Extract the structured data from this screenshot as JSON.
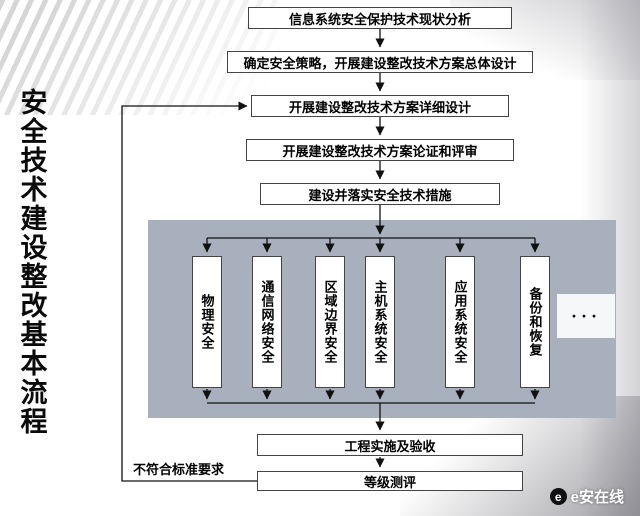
{
  "title": {
    "side": "安全技术建设整改基本流程"
  },
  "flow": {
    "steps": [
      "信息系统安全保护技术现状分析",
      "确定安全策略，开展建设整改技术方案总体设计",
      "开展建设整改技术方案详细设计",
      "开展建设整改技术方案论证和评审",
      "建设并落实安全技术措施"
    ],
    "measures": [
      "物理安全",
      "通信网络安全",
      "区域边界安全",
      "主机系统安全",
      "应用系统安全",
      "备份和恢复"
    ],
    "more_indicator": "···",
    "bottom_steps": [
      "工程实施及验收",
      "等级测评"
    ],
    "feedback_label": "不符合标准要求"
  },
  "watermark": {
    "logo_letter": "e",
    "text": "e安在线"
  },
  "colors": {
    "panel_gray": "#a7b0bc",
    "box_border": "#454545",
    "line_black": "#111111"
  }
}
